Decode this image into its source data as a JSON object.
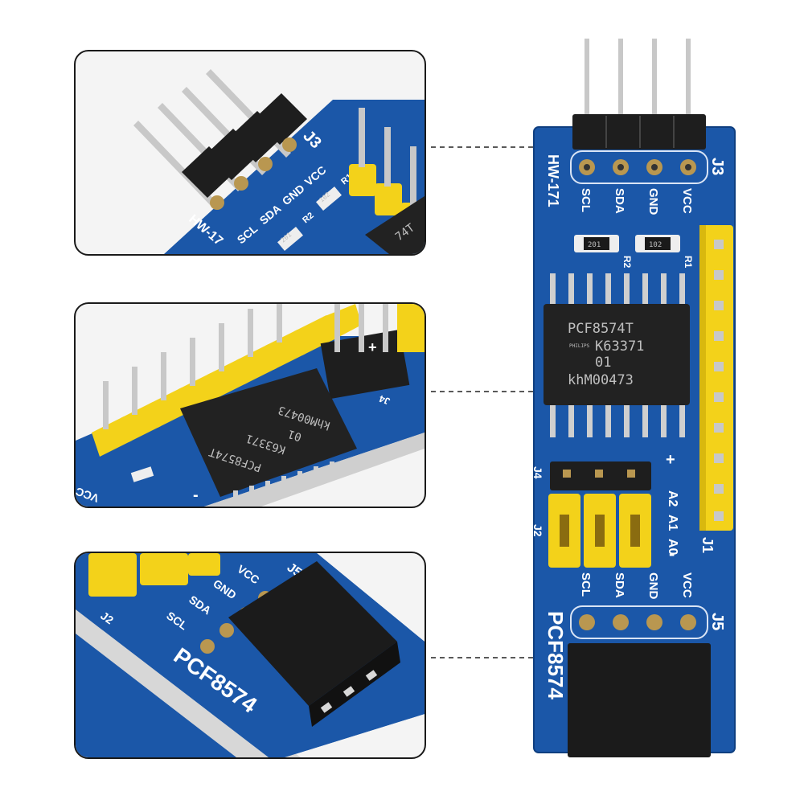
{
  "board": {
    "model_label": "HW-171",
    "product_label": "PCF8574",
    "top_header": {
      "label": "J3",
      "pins": [
        "SCL",
        "SDA",
        "GND",
        "VCC"
      ]
    },
    "bottom_header": {
      "label": "J5",
      "pins": [
        "SCL",
        "SDA",
        "GND",
        "VCC"
      ]
    },
    "side_header_label": "J1",
    "jumpers": {
      "j4_label": "J4",
      "j2_label": "J2",
      "plus": "+",
      "minus": "-",
      "addr_labels": [
        "A2",
        "A1",
        "A0"
      ]
    },
    "resistors": [
      {
        "ref": "R2",
        "value": "201"
      },
      {
        "ref": "R1",
        "value": "102"
      }
    ],
    "chip": {
      "lines": [
        "PCF8574T",
        "K63371",
        "01",
        "khM00473"
      ],
      "brand": "PHILIPS"
    }
  },
  "zoom1": {
    "header_label": "J3",
    "pins": [
      "VCC",
      "GND",
      "SDA",
      "SCL"
    ],
    "model_label": "HW-17",
    "resistors": [
      {
        "ref": "R1",
        "value": "102"
      },
      {
        "ref": "R2",
        "value": "201"
      }
    ],
    "chip_partial": "74T"
  },
  "zoom2": {
    "chip_lines": [
      "PCF8574T",
      "K63371",
      "01",
      "khM00473"
    ],
    "labels": {
      "vcc": "VCC",
      "j4": "J4",
      "plus": "+",
      "minus": "-"
    }
  },
  "zoom3": {
    "pins": [
      "VCC",
      "GND",
      "SDA",
      "SCL"
    ],
    "header_label": "J5",
    "j2_label": "J2",
    "product_label": "PCF8574"
  },
  "colors": {
    "pcb_blue": "#1b57a8",
    "header_yellow": "#f3d21a",
    "chip_black": "#222222",
    "pin_silver": "#c8c8c8"
  }
}
